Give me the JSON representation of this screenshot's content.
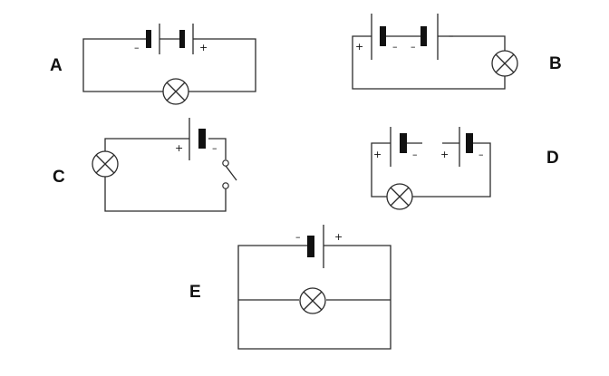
{
  "circuits": {
    "a": {
      "label": "A",
      "signs": [
        "–",
        "+"
      ]
    },
    "b": {
      "label": "B",
      "signs": [
        "+",
        "–",
        "–",
        "–"
      ]
    },
    "c": {
      "label": "C",
      "signs": [
        "+",
        "–"
      ]
    },
    "d": {
      "label": "D",
      "signs": [
        "+",
        "–",
        "+",
        "–"
      ]
    },
    "e": {
      "label": "E",
      "signs": [
        "–",
        "+"
      ]
    }
  }
}
